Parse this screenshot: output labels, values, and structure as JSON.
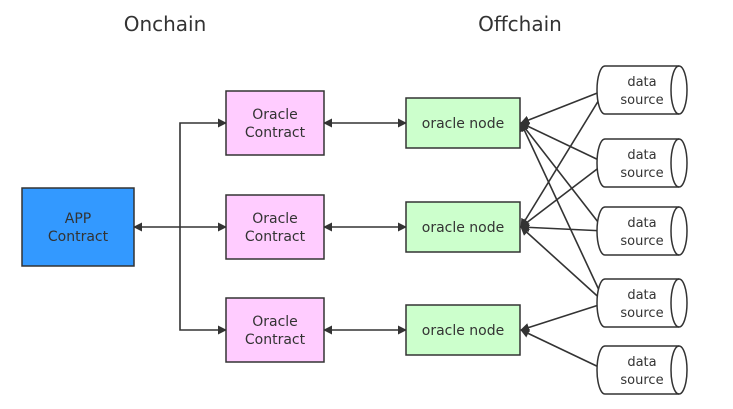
{
  "headers": {
    "onchain": "Onchain",
    "offchain": "Offchain"
  },
  "app_contract": {
    "line1": "APP",
    "line2": "Contract",
    "color": "#3399ff"
  },
  "oracle_contracts": [
    {
      "line1": "Oracle",
      "line2": "Contract"
    },
    {
      "line1": "Oracle",
      "line2": "Contract"
    },
    {
      "line1": "Oracle",
      "line2": "Contract"
    }
  ],
  "oracle_contract_color": "#ffccff",
  "oracle_nodes": [
    {
      "label": "oracle node"
    },
    {
      "label": "oracle node"
    },
    {
      "label": "oracle node"
    }
  ],
  "oracle_node_color": "#ccffcc",
  "data_sources": [
    {
      "line1": "data",
      "line2": "source"
    },
    {
      "line1": "data",
      "line2": "source"
    },
    {
      "line1": "data",
      "line2": "source"
    },
    {
      "line1": "data",
      "line2": "source"
    },
    {
      "line1": "data",
      "line2": "source"
    }
  ],
  "edges": [
    {
      "source": 0,
      "node": 0
    },
    {
      "source": 1,
      "node": 0
    },
    {
      "source": 2,
      "node": 0
    },
    {
      "source": 3,
      "node": 0
    },
    {
      "source": 0,
      "node": 1
    },
    {
      "source": 1,
      "node": 1
    },
    {
      "source": 2,
      "node": 1
    },
    {
      "source": 3,
      "node": 1
    },
    {
      "source": 3,
      "node": 2
    },
    {
      "source": 4,
      "node": 2
    }
  ]
}
